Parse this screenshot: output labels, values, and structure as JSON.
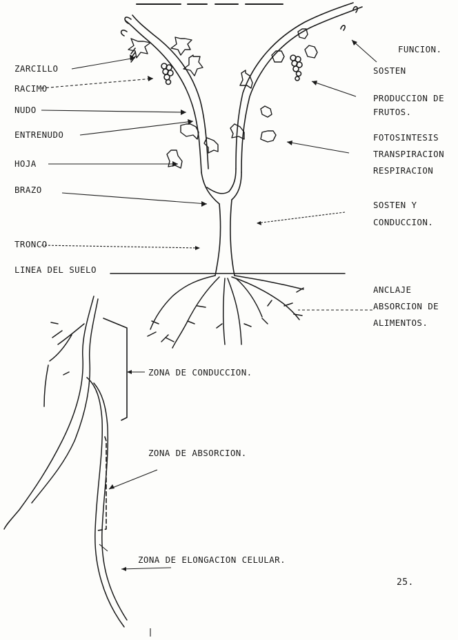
{
  "left_labels": {
    "zarcillo": "ZARCILLO",
    "racimo": "RACIMO",
    "nudo": "NUDO",
    "entrenudo": "ENTRENUDO",
    "hoja": "HOJA",
    "brazo": "BRAZO",
    "tronco": "TRONCO",
    "linea_suelo": "LINEA DEL SUELO"
  },
  "right_labels": {
    "funcion": "FUNCION.",
    "sosten": "SOSTEN",
    "produccion_1": "PRODUCCION DE",
    "produccion_2": "FRUTOS.",
    "fotosintesis": "FOTOSINTESIS",
    "transpiracion": "TRANSPIRACION",
    "respiracion": "RESPIRACION",
    "sosten_y": "SOSTEN Y",
    "conduccion": "CONDUCCION.",
    "anclaje": "ANCLAJE",
    "absorcion_de": "ABSORCION DE",
    "alimentos": "ALIMENTOS."
  },
  "root_zones": {
    "conduccion": "ZONA DE CONDUCCION.",
    "absorcion": "ZONA DE ABSORCION.",
    "elongacion": "ZONA DE ELONGACION CELULAR."
  },
  "page_number": "25."
}
